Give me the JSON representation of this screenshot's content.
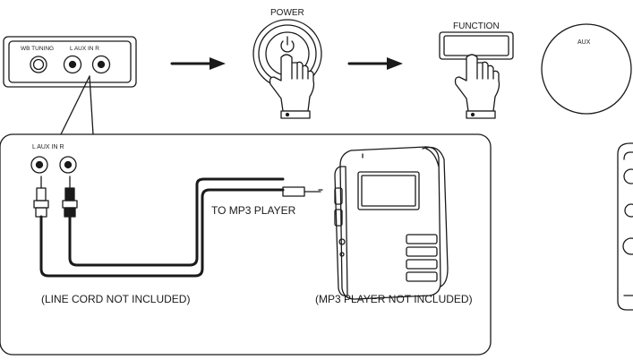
{
  "panel": {
    "wb_tuning": "WB TUNING",
    "aux_in": "L  AUX IN  R"
  },
  "steps": {
    "power_label": "POWER",
    "function_label": "FUNCTION",
    "display_text": "AUX"
  },
  "hookup": {
    "jack_label": "L  AUX IN  R",
    "to_player": "TO MP3 PLAYER",
    "line_cord_note": "(LINE CORD NOT INCLUDED)",
    "player_note": "(MP3 PLAYER NOT INCLUDED)"
  },
  "colors": {
    "line": "#1a1a1a",
    "background": "#ffffff"
  }
}
